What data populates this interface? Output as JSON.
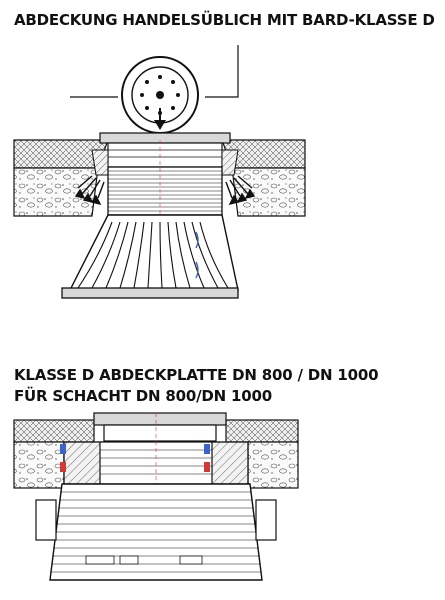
{
  "figure1": {
    "title": "ABDECKUNG HANDELSÜBLICH MIT BARD-KLASSE D"
  },
  "figure2": {
    "title_line1": "KLASSE D ABDECKPLATTE DN 800 / DN 1000",
    "title_line2": "FÜR SCHACHT DN 800/DN 1000"
  },
  "colors": {
    "ink": "#111111",
    "gray_fill": "#d8d8d8",
    "light_fill": "#efefef",
    "accent_blue": "#3c64c8",
    "accent_red": "#d23a3a"
  }
}
